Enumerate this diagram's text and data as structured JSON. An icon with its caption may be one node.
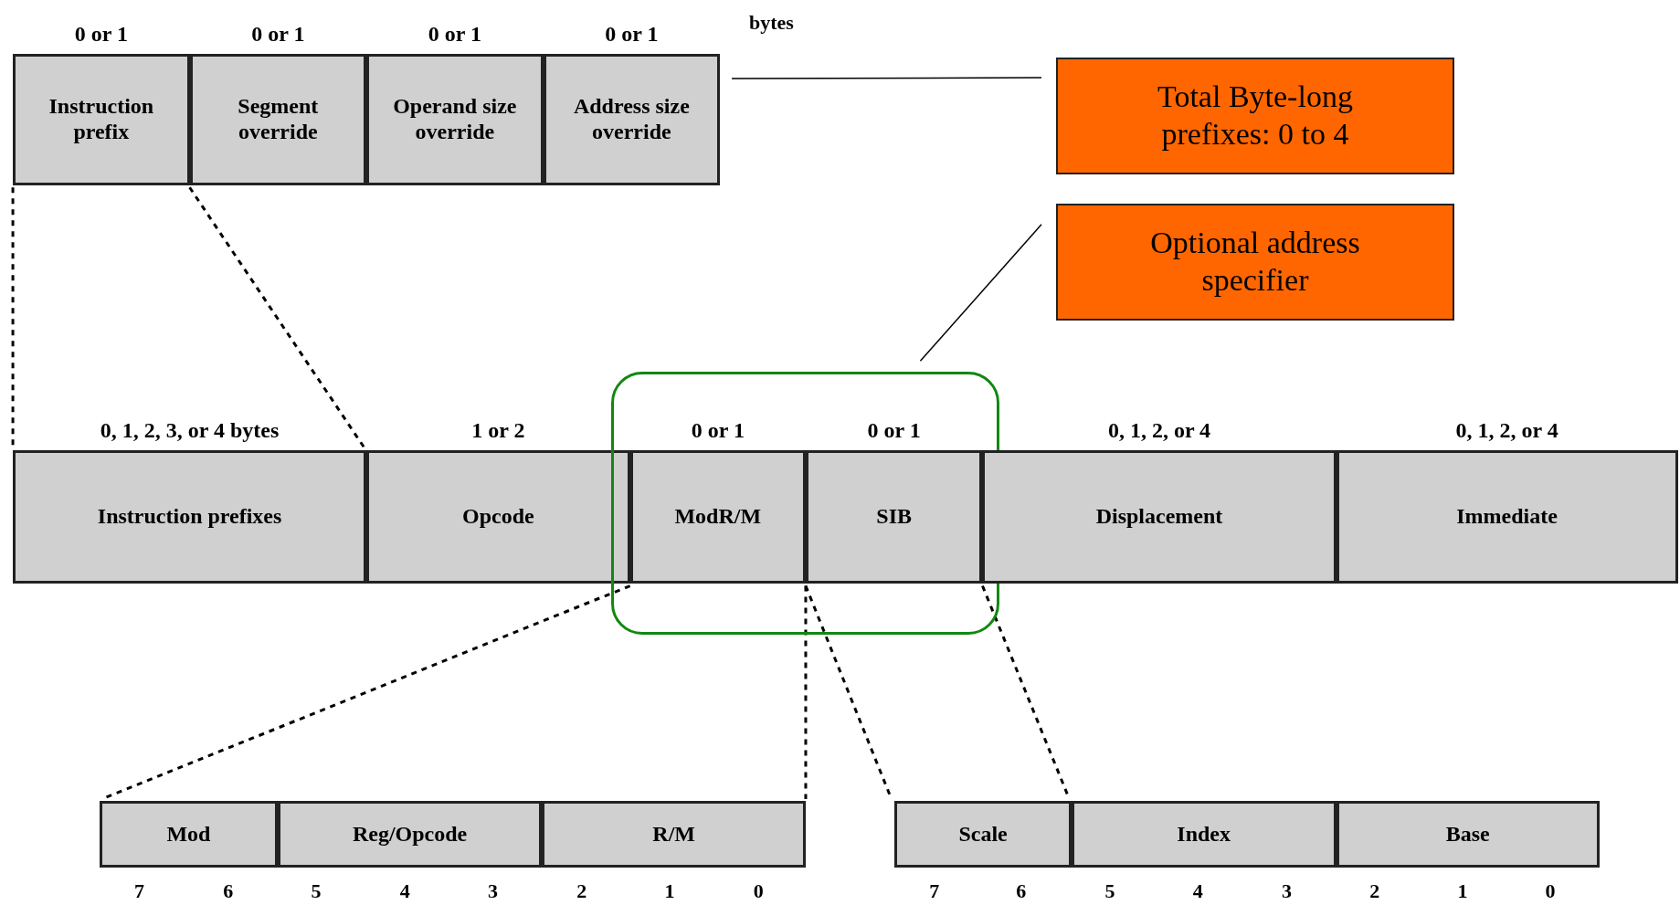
{
  "diagram": {
    "nodes": [
      {
        "text": [
          "Instruction prefix"
        ],
        "beside": [
          "0 or 1"
        ]
      },
      {
        "text": [
          "Segment override"
        ],
        "beside": [
          "0 or 1"
        ]
      },
      {
        "text": [
          "Operand size override"
        ],
        "beside": [
          "0 or 1"
        ]
      },
      {
        "text": [
          "Address size override"
        ],
        "beside": [
          "0 or 1"
        ]
      },
      {
        "text": [
          "Total Byte-long prefixes: 0 to 4"
        ]
      },
      {
        "text": [
          "Optional address specifier"
        ]
      },
      {
        "text": [
          "Instruction prefixes"
        ],
        "beside": [
          "0, 1, 2, 3, or 4 bytes"
        ]
      },
      {
        "text": [
          "Opcode"
        ],
        "beside": [
          "1 or 2"
        ]
      },
      {
        "text": [],
        "shape": "box"
      },
      {
        "text": [
          "ModR/M"
        ],
        "beside": [
          "0 or 1"
        ],
        "in": 8
      },
      {
        "text": [
          "SIB"
        ],
        "beside": [
          "0 or 1"
        ],
        "in": 8
      },
      {
        "text": [
          "Displacement"
        ],
        "beside": [
          "0, 1, 2, or 4"
        ]
      },
      {
        "text": [
          "Immediate"
        ],
        "beside": [
          "0, 1, 2, or 4"
        ]
      },
      {
        "text": [
          "Mod"
        ]
      },
      {
        "text": [
          "Reg/Opcode"
        ]
      },
      {
        "text": [
          "R/M"
        ]
      },
      {
        "text": [
          "Scale"
        ]
      },
      {
        "text": [
          "Index"
        ]
      },
      {
        "text": [
          "Base"
        ]
      }
    ],
    "edges": [
      {
        "from": 4,
        "to": 3,
        "arrow": "none"
      },
      {
        "from": 5,
        "to": 8,
        "arrow": "none"
      },
      {
        "from": 0,
        "to": 6,
        "arrow": "none",
        "style": "dashed"
      },
      {
        "from": 1,
        "to": 6,
        "arrow": "none",
        "style": "dashed"
      },
      {
        "from": 9,
        "to": 13,
        "arrow": "none",
        "style": "dashed"
      },
      {
        "from": 9,
        "to": 15,
        "arrow": "none",
        "style": "dashed"
      },
      {
        "from": 10,
        "to": 16,
        "arrow": "none",
        "style": "dashed"
      },
      {
        "from": 10,
        "to": 17,
        "arrow": "none",
        "style": "dashed"
      }
    ],
    "labels": [
      "bytes",
      "7",
      "6",
      "5",
      "4",
      "3",
      "2",
      "1",
      "0",
      "7",
      "6",
      "5",
      "4",
      "3",
      "2",
      "1",
      "0"
    ]
  }
}
